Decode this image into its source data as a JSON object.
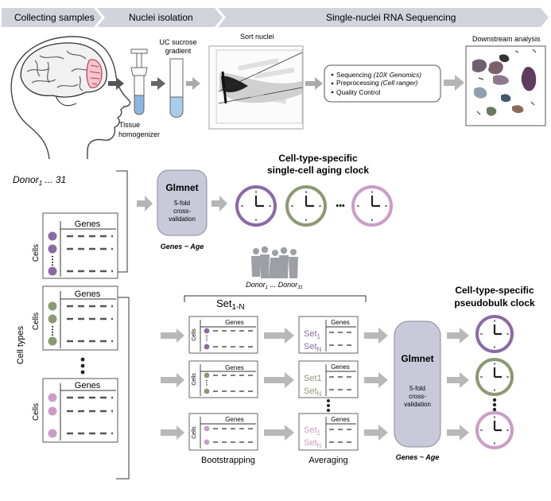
{
  "banner": {
    "step1": "Collecting samples",
    "step2": "Nuclei isolation",
    "step3": "Single-nuclei RNA Sequencing"
  },
  "pipeline": {
    "sucrose_1": "UC sucrose",
    "sucrose_2": "gradient",
    "homogenizer_1": "Tissue",
    "homogenizer_2": "homogenizer",
    "sort_nuclei": "Sort nuclei",
    "seq_steps": [
      {
        "main": "Sequencing ",
        "italic": "(10X Genomics)"
      },
      {
        "main": "Preprocessing ",
        "italic": "(Cell ranger)"
      },
      {
        "main": "Quality Control",
        "italic": ""
      }
    ],
    "downstream": "Downstream analysis"
  },
  "donors": {
    "label_main": "Donor",
    "label_sub1": "1",
    "label_dots": " ... ",
    "label_sub2": "31"
  },
  "matrices": {
    "genes": "Genes",
    "cells": "Cells",
    "cell_types": "Cell types"
  },
  "single_cell": {
    "title_1": "Cell-type-specific",
    "title_2": "single-cell aging clock",
    "glmnet": "Glmnet",
    "cv_1": "5-fold",
    "cv_2": "cross-",
    "cv_3": "validation",
    "formula": "Genes ~ Age",
    "ellipsis": "•••"
  },
  "pseudobulk": {
    "donor_range_main1": "Donor",
    "donor_range_sub1": "1",
    "donor_range_dots": " ... ",
    "donor_range_main2": "Donor",
    "donor_range_sub2": "31",
    "set_range_main": "Set",
    "set_range_sub": "1-N",
    "set_label": "Set",
    "set_sub1": "1",
    "set_subN": "N",
    "set_plain1": "Set1",
    "bootstrapping": "Bootstrapping",
    "averaging": "Averaging",
    "title_1": "Cell-type-specific",
    "title_2": "pseudobulk clock",
    "glmnet": "Glmnet",
    "cv_1": "5-fold",
    "cv_2": "cross-",
    "cv_3": "validation",
    "formula": "Genes ~ Age"
  },
  "colors": {
    "purple": "#8a6aa4",
    "green": "#8c9a72",
    "pink": "#cc9cc6",
    "arrow": "#a0a0a0",
    "glmnet_fill": "#c9c9d9",
    "banner": "#d4d5dc"
  }
}
